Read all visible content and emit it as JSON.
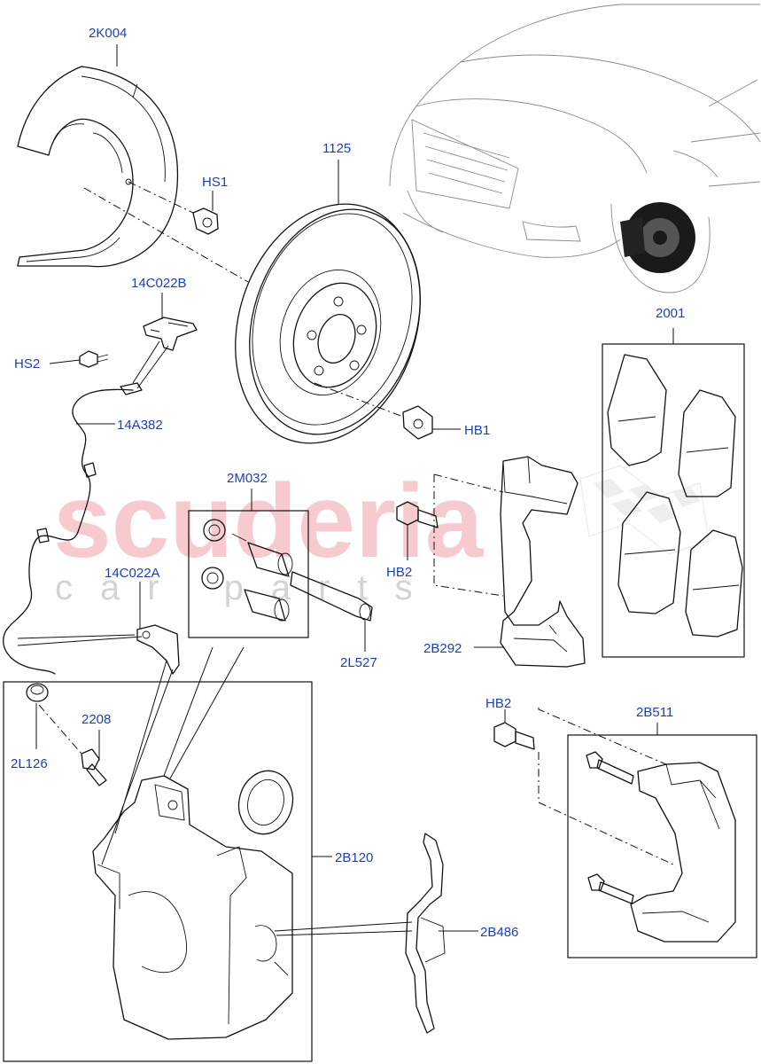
{
  "watermark": {
    "brand": "scuderia",
    "sub": "car parts"
  },
  "labels": {
    "l_2K004": "2K004",
    "l_1125": "1125",
    "l_HS1": "HS1",
    "l_14C022B": "14C022B",
    "l_HS2": "HS2",
    "l_14A382": "14A382",
    "l_2001": "2001",
    "l_HB1": "HB1",
    "l_2M032": "2M032",
    "l_HB2_top": "HB2",
    "l_14C022A": "14C022A",
    "l_2L527": "2L527",
    "l_2B292": "2B292",
    "l_2208": "2208",
    "l_2L126": "2L126",
    "l_HB2_bottom": "HB2",
    "l_2B511": "2B511",
    "l_2B120": "2B120",
    "l_2B486": "2B486"
  },
  "colors": {
    "label": "#1f3fb0",
    "line": "#111111",
    "watermark": "#f4b9bf"
  }
}
